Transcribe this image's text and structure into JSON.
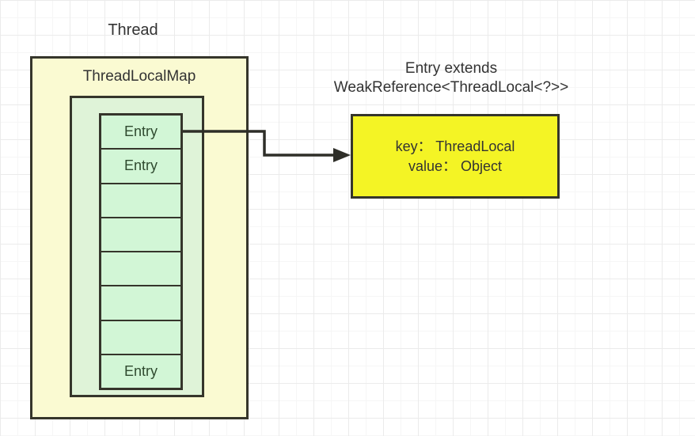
{
  "diagram": {
    "thread_label": "Thread",
    "map_box": {
      "title": "ThreadLocalMap"
    },
    "entry_cells": [
      {
        "label": "Entry"
      },
      {
        "label": "Entry"
      },
      {
        "label": ""
      },
      {
        "label": ""
      },
      {
        "label": ""
      },
      {
        "label": ""
      },
      {
        "label": ""
      },
      {
        "label": "Entry"
      }
    ],
    "caption": {
      "line1": "Entry extends",
      "line2": "WeakReference<ThreadLocal<?>>"
    },
    "entry_detail_box": {
      "line1": "key： ThreadLocal",
      "line2": "value： Object"
    },
    "colors": {
      "map_fill": "#FAFAD2",
      "inner_array_fill": "#DFF3D8",
      "cell_fill": "#D2F6D6",
      "entry_detail_fill": "#F4F425",
      "border": "#35352b",
      "text": "#333333",
      "grid_minor": "#f6f6f6",
      "grid_major": "#ebebeb"
    }
  }
}
